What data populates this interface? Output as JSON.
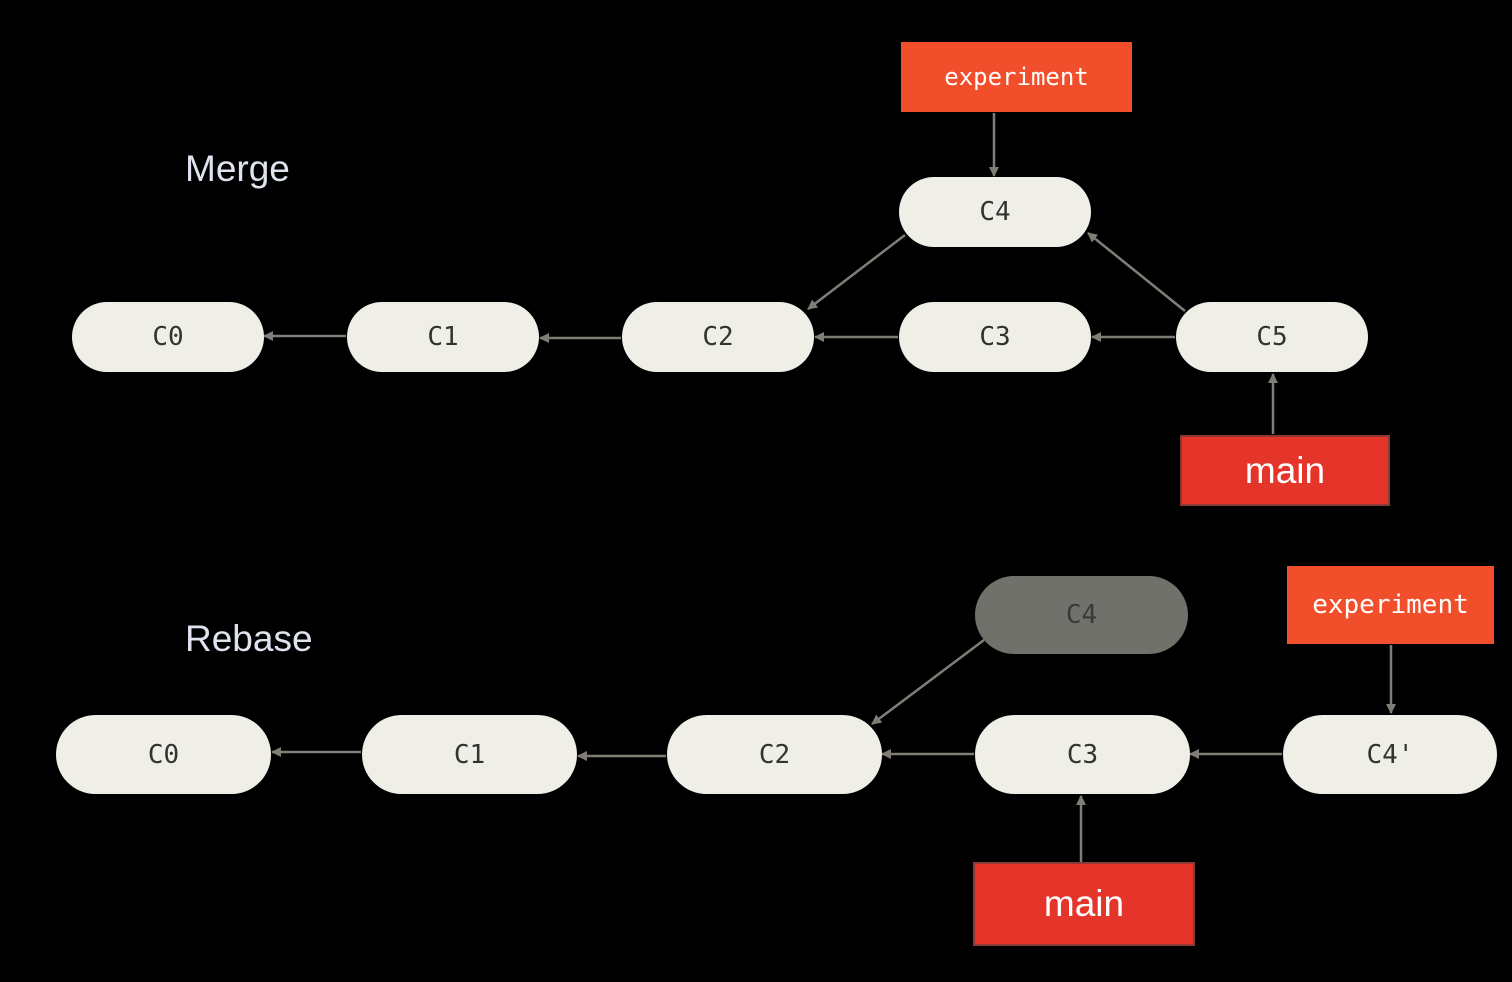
{
  "merge": {
    "title": "Merge",
    "commits": {
      "c0": "C0",
      "c1": "C1",
      "c2": "C2",
      "c3": "C3",
      "c4": "C4",
      "c5": "C5"
    },
    "branches": {
      "experiment": "experiment",
      "main": "main"
    }
  },
  "rebase": {
    "title": "Rebase",
    "commits": {
      "c0": "C0",
      "c1": "C1",
      "c2": "C2",
      "c3": "C3",
      "c4_original": "C4",
      "c4_prime": "C4'"
    },
    "branches": {
      "experiment": "experiment",
      "main": "main"
    }
  },
  "colors": {
    "background": "#000000",
    "commit_fill": "#f0efe7",
    "abandoned_commit_fill": "#71716b",
    "experiment_label": "#f14e2c",
    "main_label": "#e5342a",
    "arrow": "#807d76",
    "section_text": "#dfe3ee"
  }
}
